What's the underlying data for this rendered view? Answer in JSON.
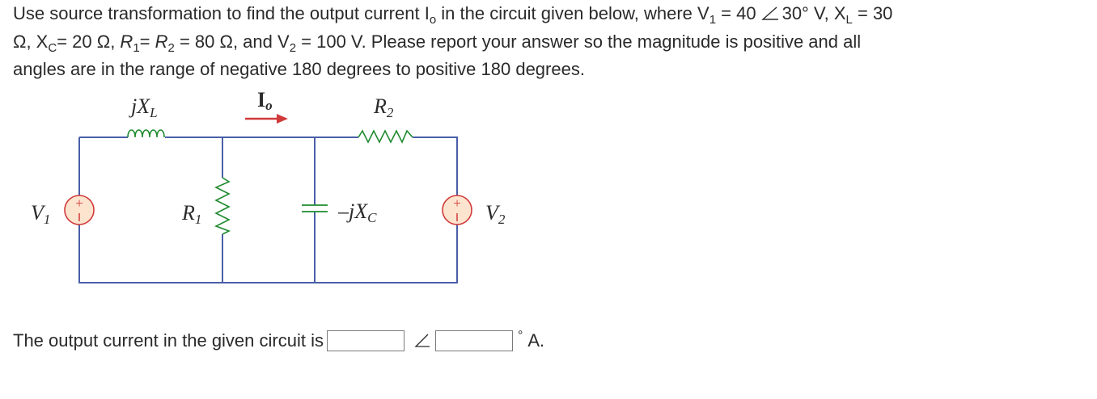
{
  "question": {
    "line1_a": "Use source transformation to find the output current I",
    "line1_sub_o": "o",
    "line1_b": " in the circuit given below, where V",
    "v1_sub": "1",
    "v1_eq": " = 40",
    "v1_angle": "30°",
    "v1_unit": " V, X",
    "xl_sub": "L",
    "xl_eq": " = 30",
    "line2_a": "Ω, X",
    "xc_sub": "C",
    "xc_eq": "= 20 Ω, ",
    "r1": "R",
    "r1_sub": "1",
    "r1_eq": "= ",
    "r2": "R",
    "r2_sub": "2",
    "r2_eq": " = 80 Ω, and V",
    "v2_sub": "2",
    "v2_eq": " = 100 V. Please report your answer so the magnitude is positive and all",
    "line3": "angles are in the range of negative 180 degrees to positive 180 degrees."
  },
  "circuit": {
    "label_jxl": "jX",
    "label_jxl_sub": "L",
    "label_io": "I",
    "label_io_sub": "o",
    "label_r2": "R",
    "label_r2_sub": "2",
    "label_v1": "V",
    "label_v1_sub": "1",
    "label_r1": "R",
    "label_r1_sub": "1",
    "label_jxc": "–jX",
    "label_jxc_sub": "C",
    "label_v2": "V",
    "label_v2_sub": "2",
    "plus": "+",
    "minus": "−"
  },
  "answer": {
    "prefix": "The output current in the given circuit is",
    "magnitude_value": "",
    "angle_value": "",
    "degree_symbol": "°",
    "unit": "A."
  },
  "colors": {
    "wire": "#4a5fa8",
    "component": "#1e8a2e",
    "source_fill": "#fde4cf",
    "source_stroke": "#d13a3a",
    "arrow": "#d13a3a",
    "text": "#2a2a2a"
  }
}
